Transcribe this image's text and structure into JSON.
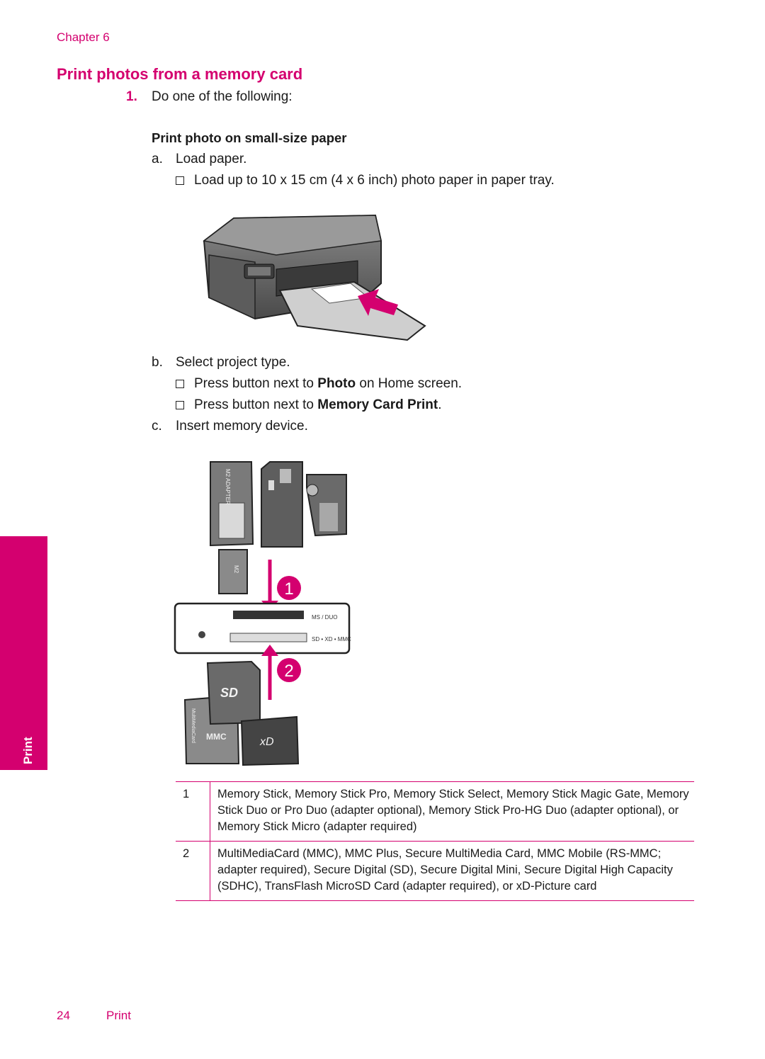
{
  "header": {
    "chapter": "Chapter 6"
  },
  "title": "Print photos from a memory card",
  "step1": {
    "num": "1.",
    "text": "Do one of the following:"
  },
  "subheading": "Print photo on small-size paper",
  "steps": {
    "a": {
      "letter": "a.",
      "text": "Load paper.",
      "bullet": "Load up to 10 x 15 cm (4 x 6 inch) photo paper in paper tray."
    },
    "b": {
      "letter": "b.",
      "text": "Select project type.",
      "bullet1_pre": "Press button next to ",
      "bullet1_bold": "Photo",
      "bullet1_post": " on Home screen.",
      "bullet2_pre": "Press button next to ",
      "bullet2_bold": "Memory Card Print",
      "bullet2_post": "."
    },
    "c": {
      "letter": "c.",
      "text": "Insert memory device."
    }
  },
  "figure2": {
    "callout1": "1",
    "callout2": "2",
    "slot_ms": "MS / DUO",
    "slot_sd": "SD • XD • MMC",
    "m2_adapter_label": "M2 ADAPTER",
    "m2_label": "M2",
    "sd_logo": "SD",
    "mmc_logo": "MMC",
    "xd_logo": "xD",
    "mmc_side": "MultiMediaCard"
  },
  "legend": [
    {
      "n": "1",
      "text": "Memory Stick, Memory Stick Pro, Memory Stick Select, Memory Stick Magic Gate, Memory Stick Duo or Pro Duo (adapter optional), Memory Stick Pro-HG Duo (adapter optional), or Memory Stick Micro (adapter required)"
    },
    {
      "n": "2",
      "text": "MultiMediaCard (MMC), MMC Plus, Secure MultiMedia Card, MMC Mobile (RS-MMC; adapter required), Secure Digital (SD), Secure Digital Mini, Secure Digital High Capacity (SDHC), TransFlash MicroSD Card (adapter required), or xD-Picture card"
    }
  ],
  "side_tab": "Print",
  "footer": {
    "page": "24",
    "section": "Print"
  },
  "colors": {
    "accent": "#d4006f"
  }
}
